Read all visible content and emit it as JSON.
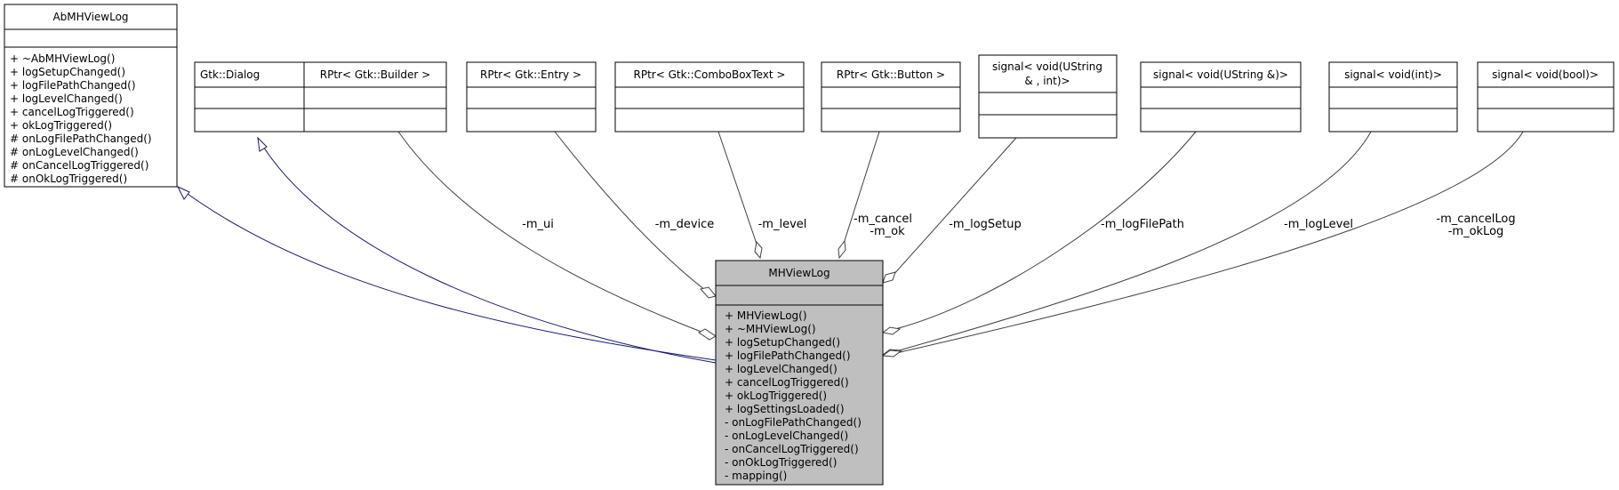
{
  "classes": {
    "ab_view": {
      "name": "AbMHViewLog",
      "methods": [
        "+ ~AbMHViewLog()",
        "+ logSetupChanged()",
        "+ logFilePathChanged()",
        "+ logLevelChanged()",
        "+ cancelLogTriggered()",
        "+ okLogTriggered()",
        "# onLogFilePathChanged()",
        "# onLogLevelChanged()",
        "# onCancelLogTriggered()",
        "# onOkLogTriggered()"
      ]
    },
    "gtk_dialog": {
      "name": "Gtk::Dialog"
    },
    "rptr_builder": {
      "name": "RPtr< Gtk::Builder >"
    },
    "rptr_entry": {
      "name": "RPtr< Gtk::Entry >"
    },
    "rptr_combo": {
      "name": "RPtr< Gtk::ComboBoxText >"
    },
    "rptr_button": {
      "name": "RPtr< Gtk::Button >"
    },
    "signal_ustring_int": {
      "name_line1": "signal< void(UString",
      "name_line2": "& , int)>"
    },
    "signal_ustring": {
      "name": "signal< void(UString &)>"
    },
    "signal_int": {
      "name": "signal< void(int)>"
    },
    "signal_bool": {
      "name": "signal< void(bool)>"
    },
    "mh_view": {
      "name": "MHViewLog",
      "methods": [
        "+ MHViewLog()",
        "+ ~MHViewLog()",
        "+ logSetupChanged()",
        "+ logFilePathChanged()",
        "+ logLevelChanged()",
        "+ cancelLogTriggered()",
        "+ okLogTriggered()",
        "+ logSettingsLoaded()",
        "- onLogFilePathChanged()",
        "- onLogLevelChanged()",
        "- onCancelLogTriggered()",
        "- onOkLogTriggered()",
        "- mapping()"
      ]
    }
  },
  "edges": {
    "ui": "-m_ui",
    "device": "-m_device",
    "level": "-m_level",
    "cancel_ok_1": "-m_cancel",
    "cancel_ok_2": "-m_ok",
    "log_setup": "-m_logSetup",
    "log_file_path": "-m_logFilePath",
    "log_level": "-m_logLevel",
    "cancel_log_1": "-m_cancelLog",
    "cancel_log_2": "-m_okLog"
  },
  "colors": {
    "inheritance": "#191970",
    "aggregation": "#404040",
    "focus_fill": "#bfbfbf"
  }
}
